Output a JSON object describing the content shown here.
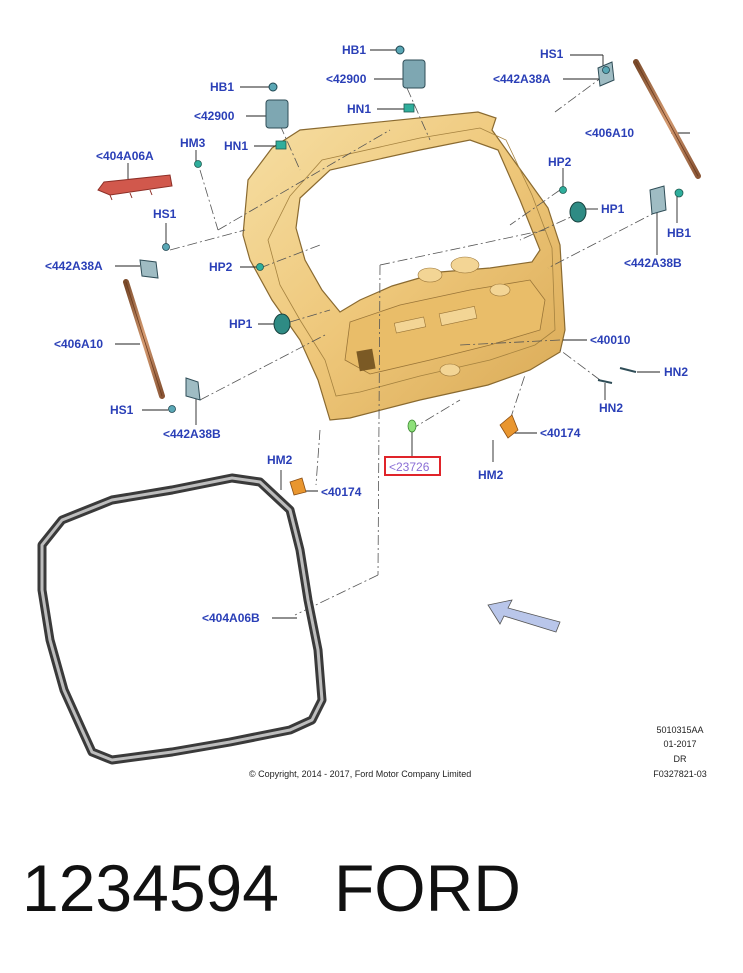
{
  "callouts": {
    "hb1_top": "HB1",
    "c42900_top": "<42900",
    "hn1_top": "HN1",
    "hs1_top": "HS1",
    "c442a38a_top": "<442A38A",
    "hb1_left": "HB1",
    "c42900_left": "<42900",
    "hn1_left": "HN1",
    "c404a06a": "<404A06A",
    "hm3": "HM3",
    "c406a10_right": "<406A10",
    "hp2_right": "HP2",
    "hp1_right": "HP1",
    "hb1_right": "HB1",
    "c442a38b_right": "<442A38B",
    "hs1_left": "HS1",
    "c442a38a_left": "<442A38A",
    "hp2_left": "HP2",
    "hp1_left": "HP1",
    "c406a10_left": "<406A10",
    "c40010": "<40010",
    "hn2_right": "HN2",
    "hn2_lower": "HN2",
    "hs1_bottom": "HS1",
    "c442a38b_left": "<442A38B",
    "c40174_right": "<40174",
    "hm2_right": "HM2",
    "c23726": "<23726",
    "hm2_left": "HM2",
    "c40174_left": "<40174",
    "c404a06b": "<404A06B"
  },
  "footer": {
    "copyright": "© Copyright, 2014 - 2017, Ford Motor Company Limited",
    "code1": "5010315AA",
    "code2": "01-2017",
    "code3": "DR",
    "code4": "F0327821-03"
  },
  "caption": {
    "part_number": "1234594",
    "brand": "FORD"
  },
  "colors": {
    "label": "#2a3fb7",
    "highlight_box": "#e0242a",
    "highlight_text": "#8a6ed6",
    "door_fill": "#eec87a"
  }
}
